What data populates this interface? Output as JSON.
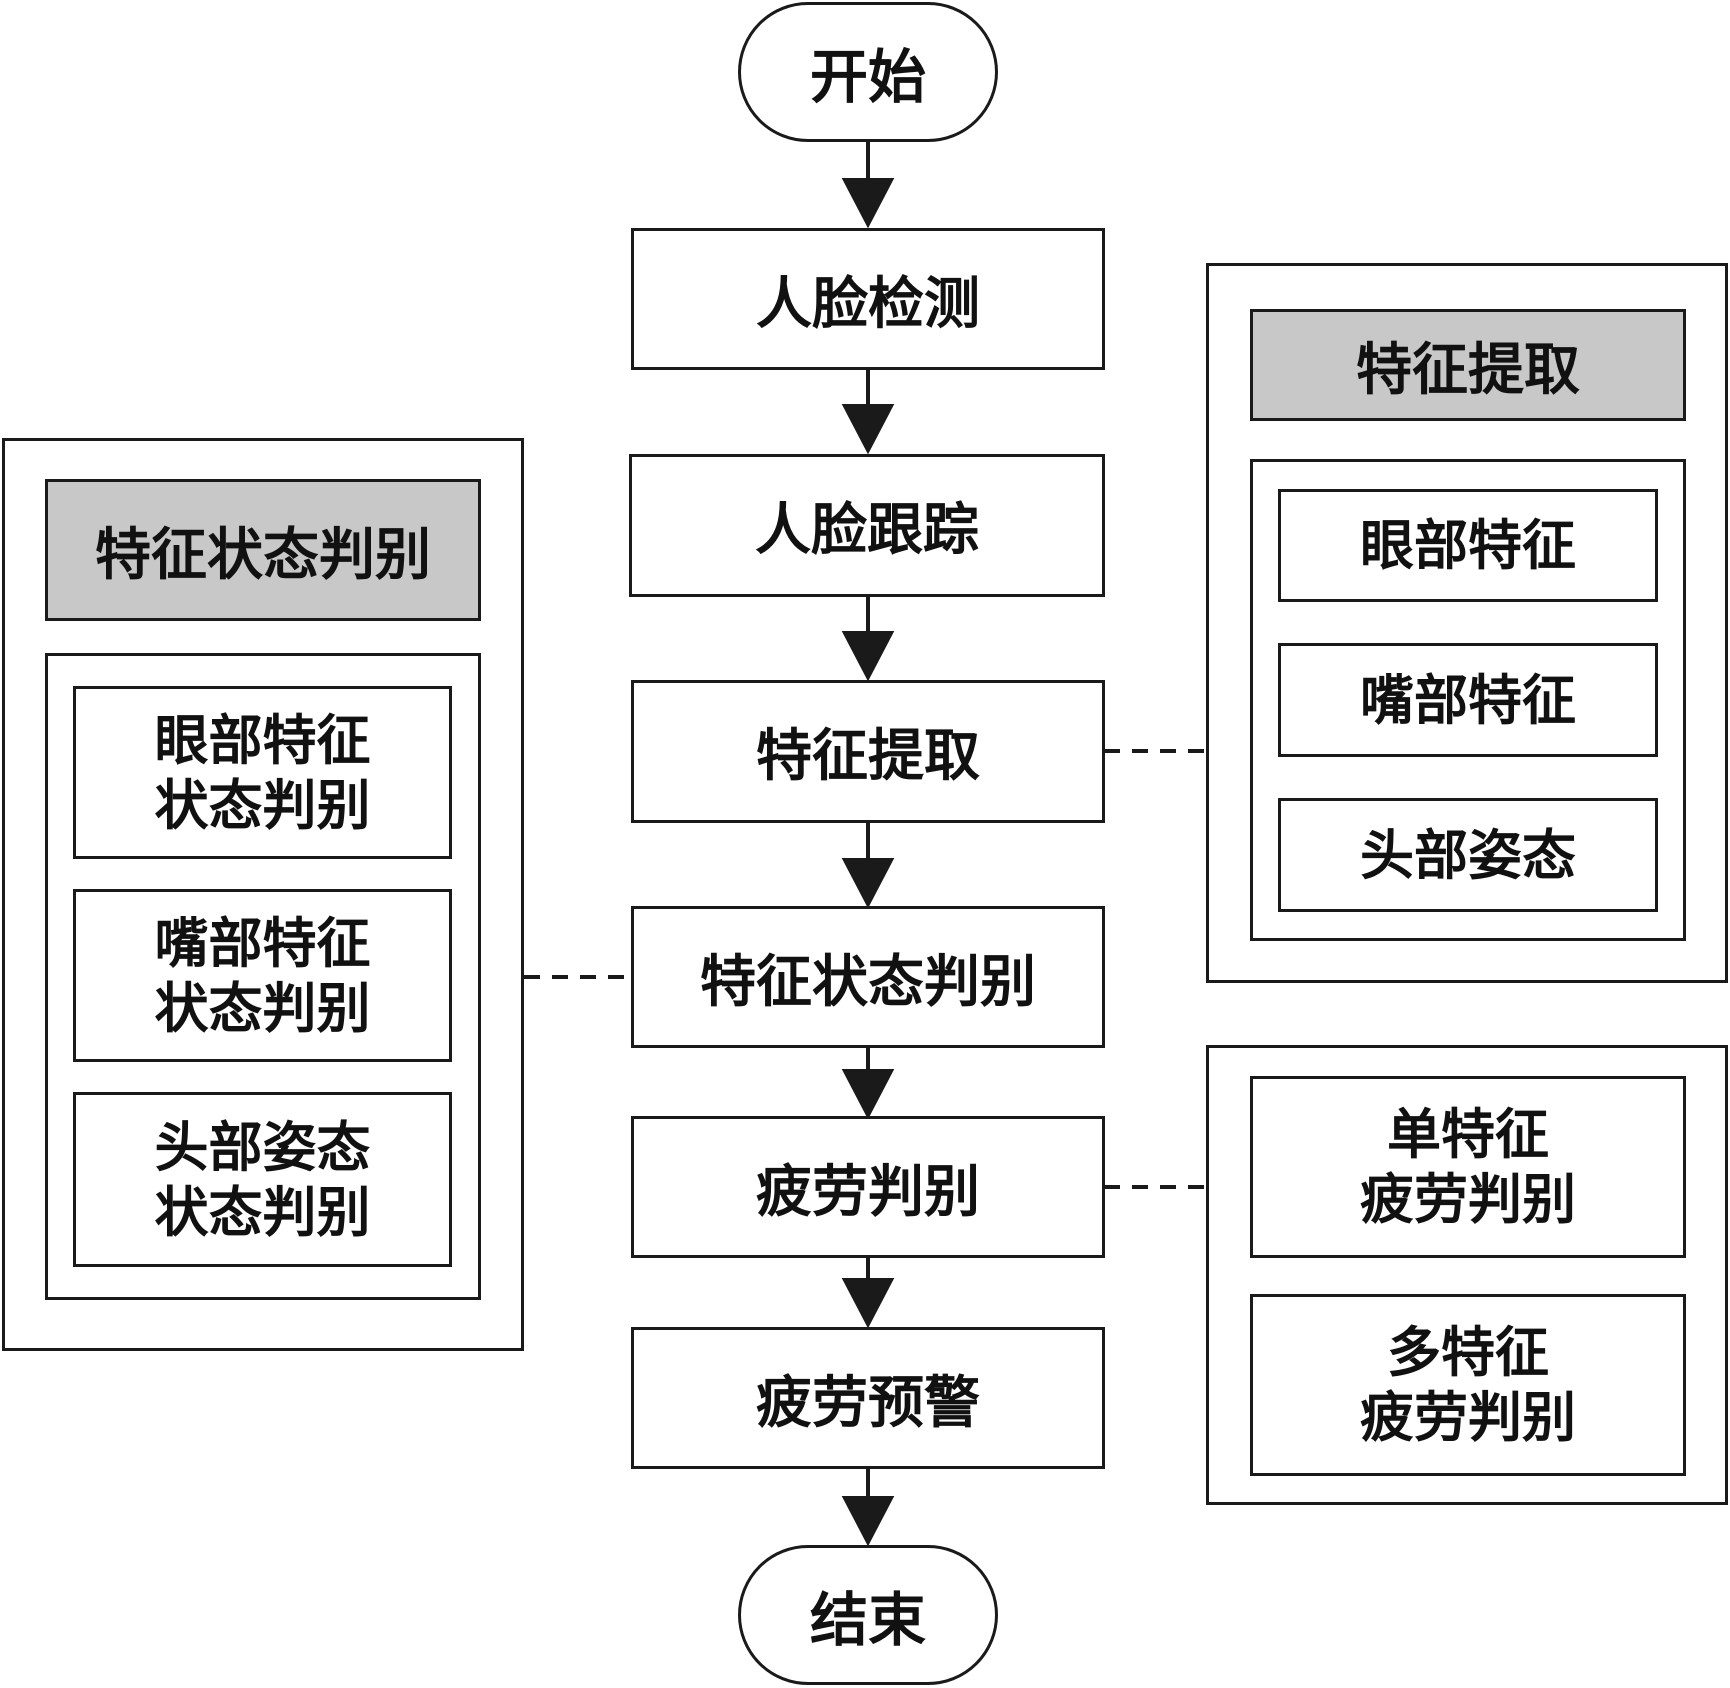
{
  "flow": {
    "start": "开始",
    "steps": [
      "人脸检测",
      "人脸跟踪",
      "特征提取",
      "特征状态判别",
      "疲劳判别",
      "疲劳预警"
    ],
    "end": "结束"
  },
  "left_panel": {
    "title": "特征状态判别",
    "items": [
      {
        "line1": "眼部特征",
        "line2": "状态判别"
      },
      {
        "line1": "嘴部特征",
        "line2": "状态判别"
      },
      {
        "line1": "头部姿态",
        "line2": "状态判别"
      }
    ]
  },
  "right_top_panel": {
    "title": "特征提取",
    "items": [
      "眼部特征",
      "嘴部特征",
      "头部姿态"
    ]
  },
  "right_bottom_panel": {
    "items": [
      {
        "line1": "单特征",
        "line2": "疲劳判别"
      },
      {
        "line1": "多特征",
        "line2": "疲劳判别"
      }
    ]
  },
  "colors": {
    "line": "#1a1a1a",
    "header_fill": "#c8c8c8"
  }
}
